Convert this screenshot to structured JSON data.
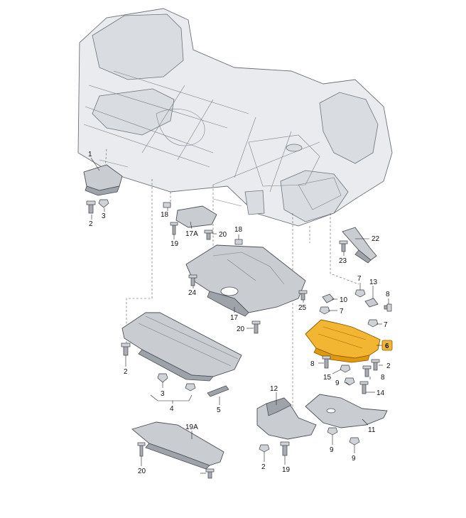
{
  "callouts": [
    {
      "id": "c1",
      "text": "1"
    },
    {
      "id": "c2a",
      "text": "2"
    },
    {
      "id": "c3a",
      "text": "3"
    },
    {
      "id": "c18a",
      "text": "18"
    },
    {
      "id": "c17a",
      "text": "17A"
    },
    {
      "id": "c19a",
      "text": "19"
    },
    {
      "id": "c20a",
      "text": "20"
    },
    {
      "id": "c18b",
      "text": "18"
    },
    {
      "id": "c22",
      "text": "22"
    },
    {
      "id": "c23",
      "text": "23"
    },
    {
      "id": "c7a",
      "text": "7"
    },
    {
      "id": "c13",
      "text": "13"
    },
    {
      "id": "c8a",
      "text": "8"
    },
    {
      "id": "c24",
      "text": "24"
    },
    {
      "id": "c10",
      "text": "10"
    },
    {
      "id": "c7b",
      "text": "7"
    },
    {
      "id": "c17",
      "text": "17"
    },
    {
      "id": "c25",
      "text": "25"
    },
    {
      "id": "c7c",
      "text": "7"
    },
    {
      "id": "c20b",
      "text": "20"
    },
    {
      "id": "c6",
      "text": "6"
    },
    {
      "id": "c8b",
      "text": "8"
    },
    {
      "id": "c2b",
      "text": "2"
    },
    {
      "id": "c8c",
      "text": "8"
    },
    {
      "id": "c15",
      "text": "15"
    },
    {
      "id": "c9a",
      "text": "9"
    },
    {
      "id": "c14",
      "text": "14"
    },
    {
      "id": "c2c",
      "text": "2"
    },
    {
      "id": "c3b",
      "text": "3"
    },
    {
      "id": "c4",
      "text": "4"
    },
    {
      "id": "c5",
      "text": "5"
    },
    {
      "id": "c12",
      "text": "12"
    },
    {
      "id": "c11",
      "text": "11"
    },
    {
      "id": "c19A",
      "text": "19A"
    },
    {
      "id": "c9b",
      "text": "9"
    },
    {
      "id": "c9c",
      "text": "9"
    },
    {
      "id": "c2d",
      "text": "2"
    },
    {
      "id": "c19b",
      "text": "19"
    },
    {
      "id": "c20c",
      "text": "20"
    }
  ],
  "colors": {
    "highlight": "#f2b632",
    "panel": "#c9ccd1",
    "chassis": "#e9ebee",
    "line": "#222222"
  }
}
